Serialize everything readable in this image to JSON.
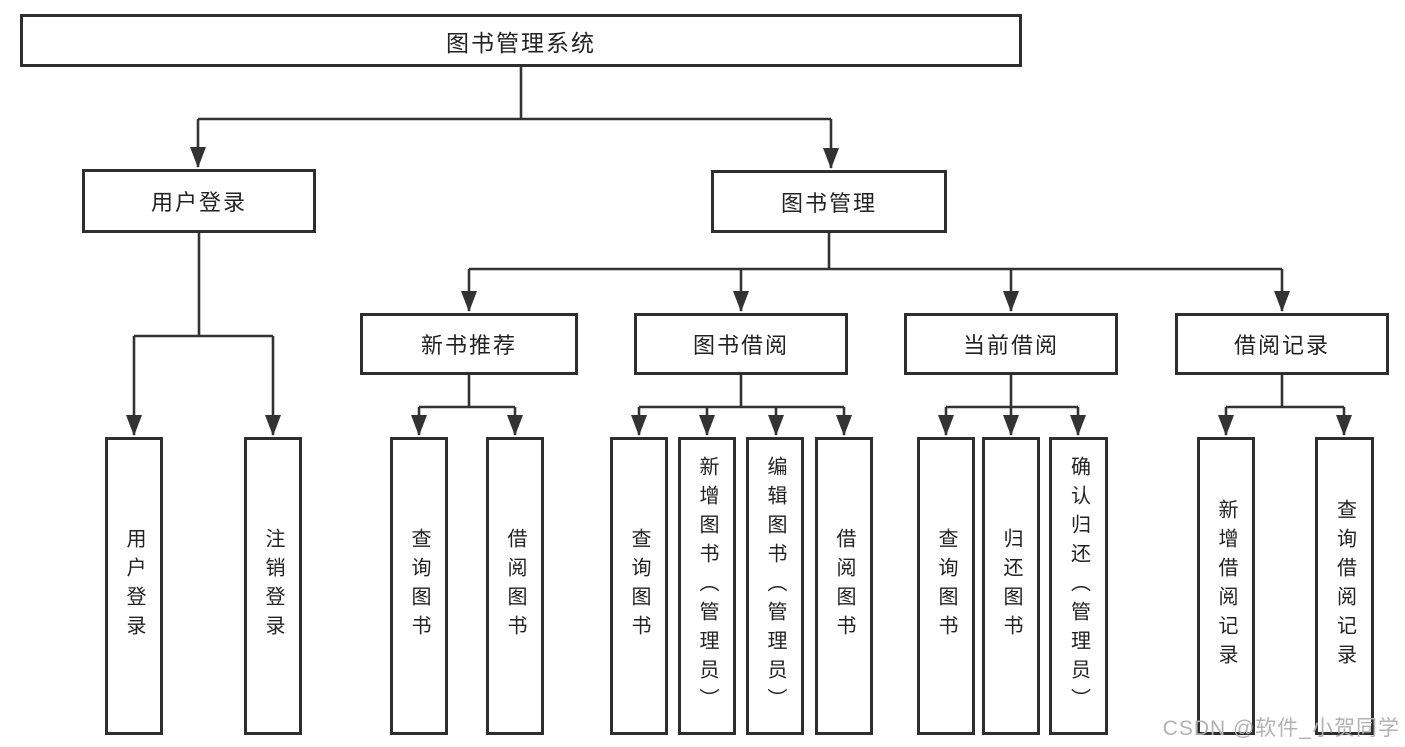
{
  "diagram": {
    "root": {
      "label": "图书管理系统"
    },
    "branches": [
      {
        "label": "用户登录",
        "children": [
          {
            "label": "用户登录"
          },
          {
            "label": "注销登录"
          }
        ]
      },
      {
        "label": "图书管理",
        "groups": [
          {
            "label": "新书推荐",
            "children": [
              {
                "label": "查询图书"
              },
              {
                "label": "借阅图书"
              }
            ]
          },
          {
            "label": "图书借阅",
            "children": [
              {
                "label": "查询图书"
              },
              {
                "label": "新增图书（管理员）"
              },
              {
                "label": "编辑图书（管理员）"
              },
              {
                "label": "借阅图书"
              }
            ]
          },
          {
            "label": "当前借阅",
            "children": [
              {
                "label": "查询图书"
              },
              {
                "label": "归还图书"
              },
              {
                "label": "确认归还（管理员）"
              }
            ]
          },
          {
            "label": "借阅记录",
            "children": [
              {
                "label": "新增借阅记录"
              },
              {
                "label": "查询借阅记录"
              }
            ]
          }
        ]
      }
    ]
  },
  "watermark": {
    "text": "CSDN @软件_小贺同学"
  },
  "colors": {
    "line": "#333333",
    "box_border": "#2e2e2e",
    "box_fill": "#ffffff",
    "text": "#222222",
    "watermark": "#b2b2b2",
    "background": "#ffffff"
  }
}
